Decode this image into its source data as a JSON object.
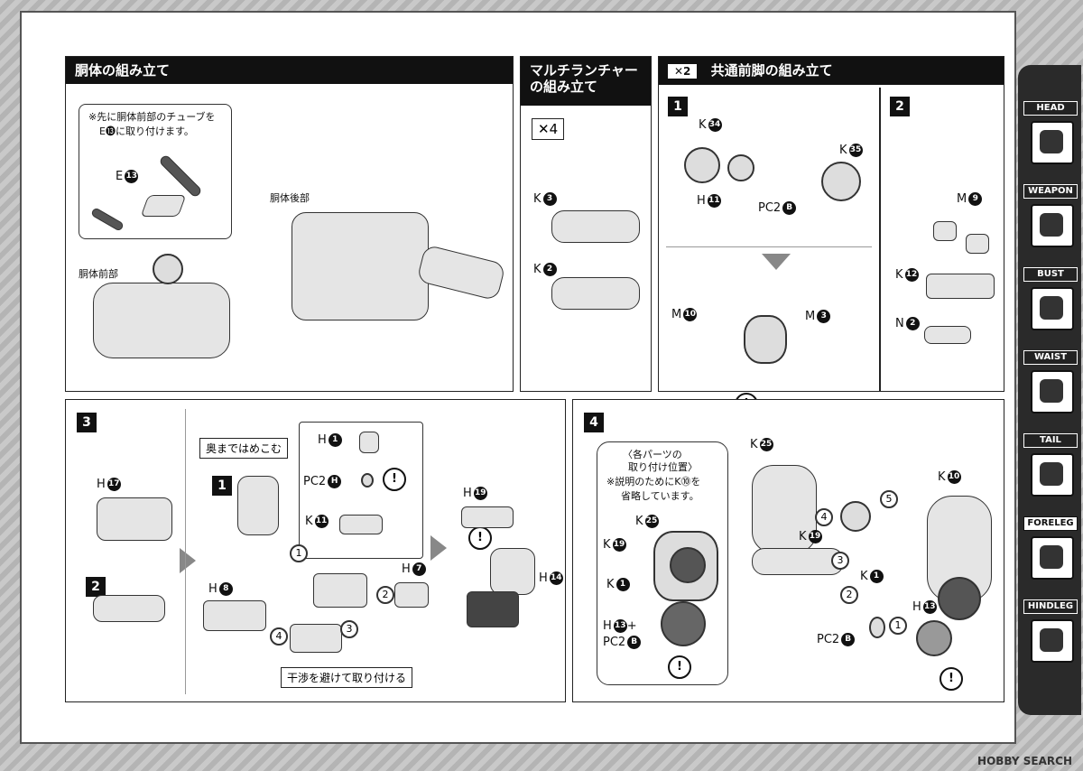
{
  "panels": {
    "torso": {
      "title": "胴体の組み立て",
      "note_line1": "※先に胴体前部のチューブを",
      "note_line2": "E⓭に取り付けます。",
      "label_front": "胴体前部",
      "label_rear": "胴体後部",
      "part_e": "E",
      "part_e_num": "13"
    },
    "multi": {
      "title_line1": "マルチランチャー",
      "title_line2": "の組み立て",
      "qty": "✕4",
      "k3": "K",
      "k3_num": "3",
      "k2": "K",
      "k2_num": "2"
    },
    "foreleg": {
      "qty": "✕2",
      "title": "共通前脚の組み立て",
      "step1": "1",
      "step2": "2",
      "k34": "K",
      "k34_num": "34",
      "k35": "K",
      "k35_num": "35",
      "h11": "H",
      "h11_num": "11",
      "pc2b": "PC2",
      "pc2b_num": "B",
      "m10": "M",
      "m10_num": "10",
      "m3": "M",
      "m3_num": "3",
      "m9": "M",
      "m9_num": "9",
      "k12": "K",
      "k12_num": "12",
      "n2": "N",
      "n2_num": "2"
    },
    "step3": {
      "num": "3",
      "h17": "H",
      "h17_num": "17",
      "sub2": "2",
      "sub1": "1",
      "press_label": "奥まではめこむ",
      "h1": "H",
      "h1_num": "1",
      "pc2h": "PC2",
      "pc2h_num": "H",
      "k11": "K",
      "k11_num": "11",
      "h8": "H",
      "h8_num": "8",
      "h7": "H",
      "h7_num": "7",
      "avoid_label": "干渉を避けて取り付ける",
      "h19": "H",
      "h19_num": "19",
      "h14": "H",
      "h14_num": "14",
      "seq1": "1",
      "seq2": "2",
      "seq3": "3",
      "seq4": "4"
    },
    "step4": {
      "num": "4",
      "callout_line1": "〈各パーツの",
      "callout_line2": "取り付け位置〉",
      "callout_line3": "※説明のためにK⓾を",
      "callout_line4": "省略しています。",
      "k25": "K",
      "k25_num": "25",
      "k19": "K",
      "k19_num": "19",
      "k1": "K",
      "k1_num": "1",
      "h13plus": "H",
      "h13plus_num": "13",
      "plus": "+",
      "pc2b": "PC2",
      "pc2b_num": "B",
      "k10": "K",
      "k10_num": "10",
      "seq1": "1",
      "seq2": "2",
      "seq3": "3",
      "seq4": "4",
      "seq5": "5"
    }
  },
  "sidebar": {
    "tabs": [
      "HEAD",
      "WEAPON",
      "BUST",
      "WAIST",
      "TAIL",
      "FORELEG",
      "HINDLEG"
    ],
    "active": "FORELEG"
  },
  "warn_symbol": "!",
  "footer": {
    "brand": "HOBBY SEARCH"
  }
}
